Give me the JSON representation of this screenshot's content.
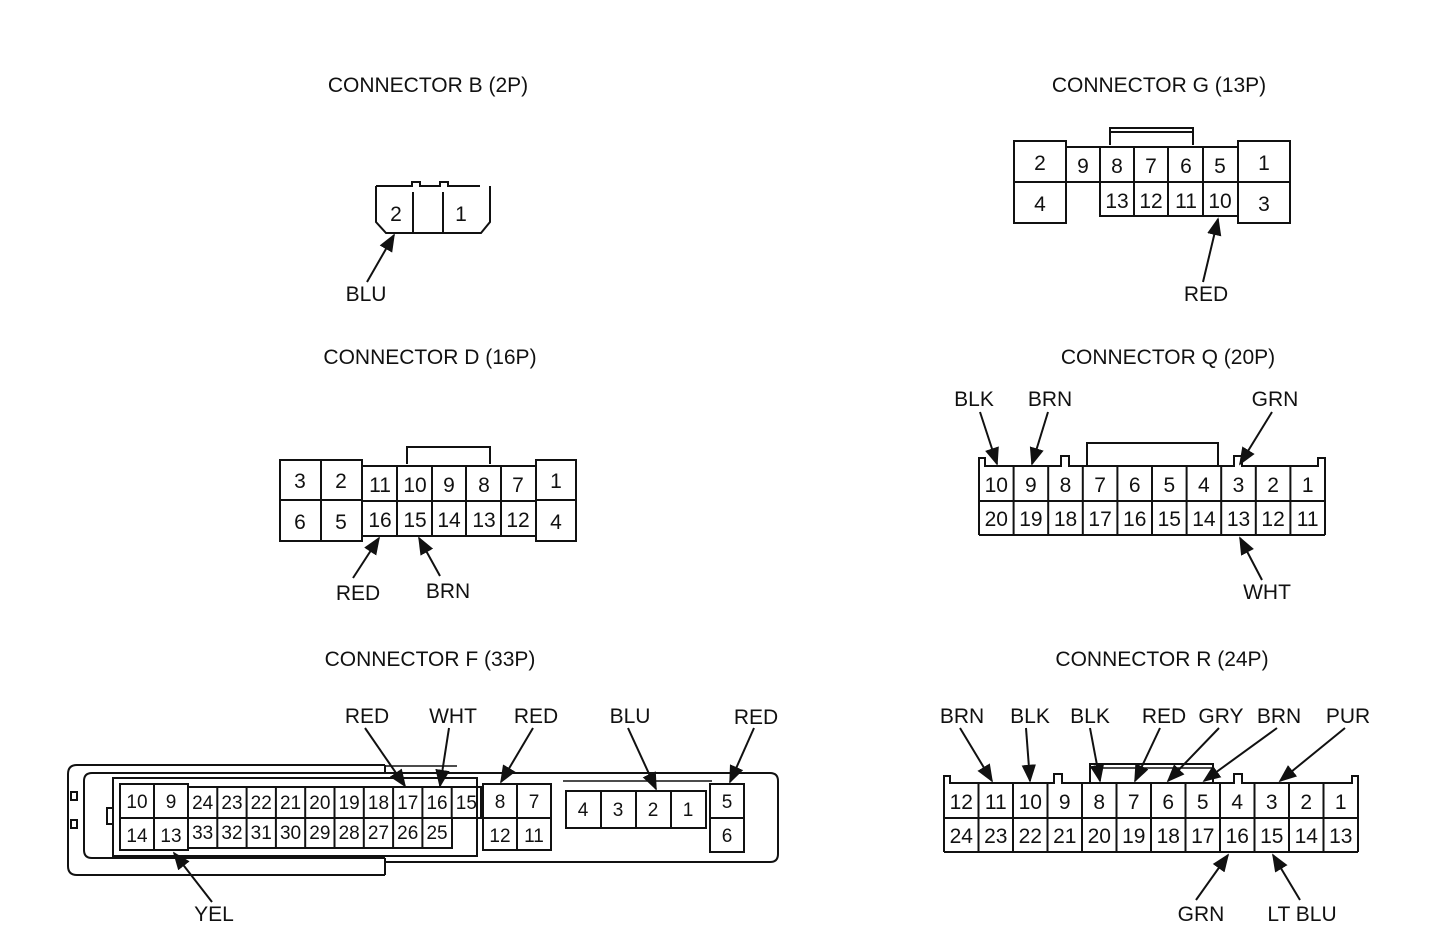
{
  "connectors": {
    "B": {
      "title": "CONNECTOR B (2P)",
      "pins": [
        "2",
        "1"
      ],
      "wires": [
        {
          "pin": "2",
          "color": "BLU"
        }
      ]
    },
    "G": {
      "title": "CONNECTOR G (13P)",
      "pins_left": [
        "2",
        "4"
      ],
      "pins_top": [
        "9",
        "8",
        "7",
        "6",
        "5"
      ],
      "pins_bottom": [
        "13",
        "12",
        "11",
        "10"
      ],
      "pins_right": [
        "1",
        "3"
      ],
      "wires": [
        {
          "pin": "10",
          "color": "RED"
        }
      ]
    },
    "D": {
      "title": "CONNECTOR D (16P)",
      "pins_left_top": [
        "3",
        "2"
      ],
      "pins_left_bottom": [
        "6",
        "5"
      ],
      "pins_top": [
        "11",
        "10",
        "9",
        "8",
        "7"
      ],
      "pins_bottom": [
        "16",
        "15",
        "14",
        "13",
        "12"
      ],
      "pins_right": [
        "1",
        "4"
      ],
      "wires": [
        {
          "pin": "16",
          "color": "RED"
        },
        {
          "pin": "15",
          "color": "BRN"
        }
      ]
    },
    "Q": {
      "title": "CONNECTOR Q (20P)",
      "pins_top": [
        "10",
        "9",
        "8",
        "7",
        "6",
        "5",
        "4",
        "3",
        "2",
        "1"
      ],
      "pins_bottom": [
        "20",
        "19",
        "18",
        "17",
        "16",
        "15",
        "14",
        "13",
        "12",
        "11"
      ],
      "wires": [
        {
          "pin": "10",
          "color": "BLK"
        },
        {
          "pin": "9",
          "color": "BRN"
        },
        {
          "pin": "3",
          "color": "GRN"
        },
        {
          "pin": "13",
          "color": "WHT"
        }
      ]
    },
    "F": {
      "title": "CONNECTOR F (33P)",
      "block_a_top": [
        "10",
        "9"
      ],
      "block_a_bottom": [
        "14",
        "13"
      ],
      "block_b_top": [
        "24",
        "23",
        "22",
        "21",
        "20",
        "19",
        "18",
        "17",
        "16",
        "15"
      ],
      "block_b_bottom": [
        "33",
        "32",
        "31",
        "30",
        "29",
        "28",
        "27",
        "26",
        "25"
      ],
      "block_c_top": [
        "8",
        "7"
      ],
      "block_c_bottom": [
        "12",
        "11"
      ],
      "block_d": [
        "4",
        "3",
        "2",
        "1"
      ],
      "block_e": [
        "5",
        "6"
      ],
      "wires": [
        {
          "pin": "17",
          "color": "RED"
        },
        {
          "pin": "16",
          "color": "WHT"
        },
        {
          "pin": "8",
          "color": "RED"
        },
        {
          "pin": "2",
          "color": "BLU"
        },
        {
          "pin": "5",
          "color": "RED"
        },
        {
          "pin": "13",
          "color": "YEL"
        }
      ]
    },
    "R": {
      "title": "CONNECTOR R (24P)",
      "pins_top": [
        "12",
        "11",
        "10",
        "9",
        "8",
        "7",
        "6",
        "5",
        "4",
        "3",
        "2",
        "1"
      ],
      "pins_bottom": [
        "24",
        "23",
        "22",
        "21",
        "20",
        "19",
        "18",
        "17",
        "16",
        "15",
        "14",
        "13"
      ],
      "wires": [
        {
          "pin": "11",
          "color": "BRN"
        },
        {
          "pin": "10",
          "color": "BLK"
        },
        {
          "pin": "8",
          "color": "BLK"
        },
        {
          "pin": "7",
          "color": "RED"
        },
        {
          "pin": "6",
          "color": "GRY"
        },
        {
          "pin": "5",
          "color": "BRN"
        },
        {
          "pin": "3",
          "color": "PUR"
        },
        {
          "pin": "16",
          "color": "GRN"
        },
        {
          "pin": "15",
          "color": "LT BLU"
        }
      ]
    }
  }
}
